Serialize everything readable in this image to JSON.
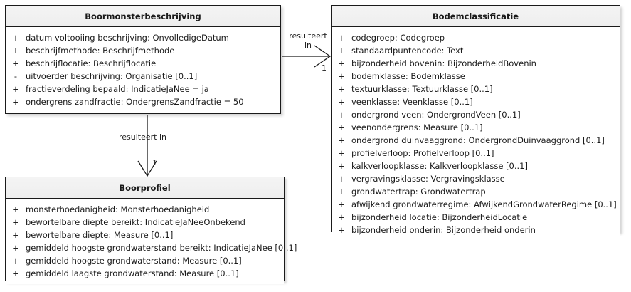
{
  "diagram": {
    "type": "uml-class-diagram",
    "background": "#ffffff",
    "classes": [
      {
        "id": "boormonsterbeschrijving",
        "name": "Boormonsterbeschrijving",
        "attributes": [
          {
            "visibility": "+",
            "text": "datum voltooiing beschrijving: OnvolledigeDatum"
          },
          {
            "visibility": "+",
            "text": "beschrijfmethode: Beschrijfmethode"
          },
          {
            "visibility": "+",
            "text": "beschrijflocatie: Beschrijflocatie"
          },
          {
            "visibility": "-",
            "text": "uitvoerder beschrijving: Organisatie [0..1]"
          },
          {
            "visibility": "+",
            "text": "fractieverdeling bepaald: IndicatieJaNee = ja"
          },
          {
            "visibility": "+",
            "text": "ondergrens zandfractie: OndergrensZandfractie = 50"
          }
        ]
      },
      {
        "id": "boorprofiel",
        "name": "Boorprofiel",
        "attributes": [
          {
            "visibility": "+",
            "text": "monsterhoedanigheid: Monsterhoedanigheid"
          },
          {
            "visibility": "+",
            "text": "bewortelbare diepte bereikt: IndicatieJaNeeOnbekend"
          },
          {
            "visibility": "+",
            "text": "bewortelbare diepte: Measure [0..1]"
          },
          {
            "visibility": "+",
            "text": "gemiddeld hoogste grondwaterstand bereikt: IndicatieJaNee [0..1]"
          },
          {
            "visibility": "+",
            "text": "gemiddeld hoogste grondwaterstand: Measure [0..1]"
          },
          {
            "visibility": "+",
            "text": "gemiddeld laagste grondwaterstand: Measure [0..1]"
          }
        ]
      },
      {
        "id": "bodemclassificatie",
        "name": "Bodemclassificatie",
        "attributes": [
          {
            "visibility": "+",
            "text": "codegroep: Codegroep"
          },
          {
            "visibility": "+",
            "text": "standaardpuntencode: Text"
          },
          {
            "visibility": "+",
            "text": "bijzonderheid bovenin: BijzonderheidBovenin"
          },
          {
            "visibility": "+",
            "text": "bodemklasse: Bodemklasse"
          },
          {
            "visibility": "+",
            "text": "textuurklasse: Textuurklasse [0..1]"
          },
          {
            "visibility": "+",
            "text": "veenklasse: Veenklasse [0..1]"
          },
          {
            "visibility": "+",
            "text": "ondergrond veen: OndergrondVeen [0..1]"
          },
          {
            "visibility": "+",
            "text": "veenondergrens: Measure [0..1]"
          },
          {
            "visibility": "+",
            "text": "ondergrond duinvaaggrond: OndergrondDuinvaaggrond [0..1]"
          },
          {
            "visibility": "+",
            "text": "profielverloop: Profielverloop [0..1]"
          },
          {
            "visibility": "+",
            "text": "kalkverloopklasse: Kalkverloopklasse [0..1]"
          },
          {
            "visibility": "+",
            "text": "vergravingsklasse: Vergravingsklasse"
          },
          {
            "visibility": "+",
            "text": "grondwatertrap: Grondwatertrap"
          },
          {
            "visibility": "+",
            "text": "afwijkend grondwaterregime: AfwijkendGrondwaterRegime [0..1]"
          },
          {
            "visibility": "+",
            "text": "bijzonderheid locatie: BijzonderheidLocatie"
          },
          {
            "visibility": "+",
            "text": "bijzonderheid onderin: Bijzonderheid onderin"
          }
        ]
      }
    ],
    "associations": [
      {
        "id": "assoc-horizontal",
        "from": "boormonsterbeschrijving",
        "to": "bodemclassificatie",
        "label_line1": "resulteert",
        "label_line2": "in",
        "multiplicity": "1",
        "arrow": "open"
      },
      {
        "id": "assoc-vertical",
        "from": "boormonsterbeschrijving",
        "to": "boorprofiel",
        "label_line1": "resulteert in",
        "label_line2": "",
        "multiplicity": "1",
        "arrow": "open"
      }
    ]
  }
}
